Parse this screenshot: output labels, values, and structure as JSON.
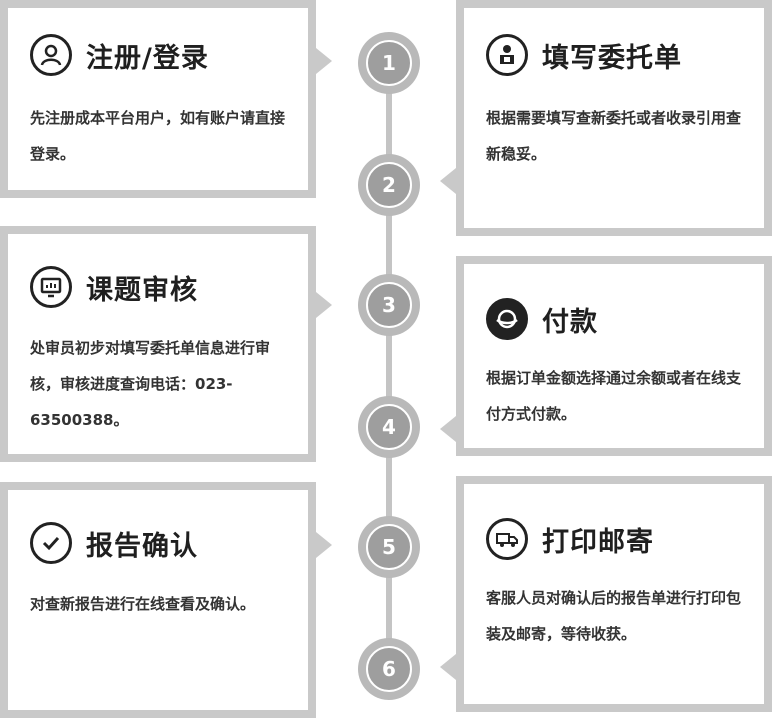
{
  "steps": [
    {
      "number": "1",
      "title": "注册/登录",
      "desc": "先注册成本平台用户，如有账户请直接登录。",
      "icon": "user-icon"
    },
    {
      "number": "2",
      "title": "填写委托单",
      "desc": "根据需要填写查新委托或者收录引用查新稳妥。",
      "icon": "clerk-icon"
    },
    {
      "number": "3",
      "title": "课题审核",
      "desc": "处审员初步对填写委托单信息进行审核，审核进度查询电话：023-63500388。",
      "icon": "monitor-chart-icon"
    },
    {
      "number": "4",
      "title": "付款",
      "desc": "根据订单金额选择通过余额或者在线支付方式付款。",
      "icon": "payment-icon"
    },
    {
      "number": "5",
      "title": "报告确认",
      "desc": "对查新报告进行在线查看及确认。",
      "icon": "check-icon"
    },
    {
      "number": "6",
      "title": "打印邮寄",
      "desc": "客服人员对确认后的报告单进行打印包装及邮寄，等待收获。",
      "icon": "delivery-truck-icon"
    }
  ]
}
